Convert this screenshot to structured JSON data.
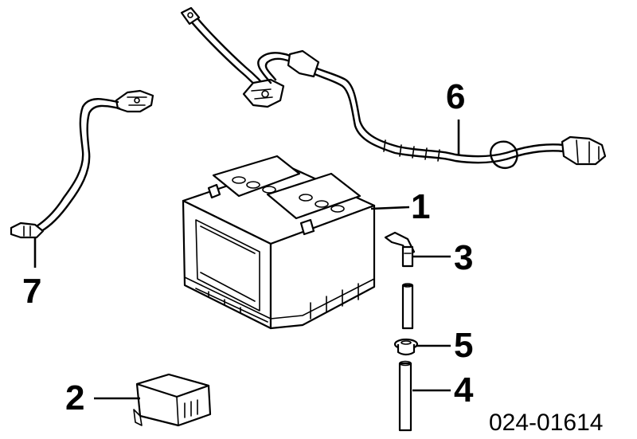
{
  "callouts": {
    "part1": "1",
    "part2": "2",
    "part3": "3",
    "part4": "4",
    "part5": "5",
    "part6": "6",
    "part7": "7"
  },
  "drawing_number": "024-01614"
}
